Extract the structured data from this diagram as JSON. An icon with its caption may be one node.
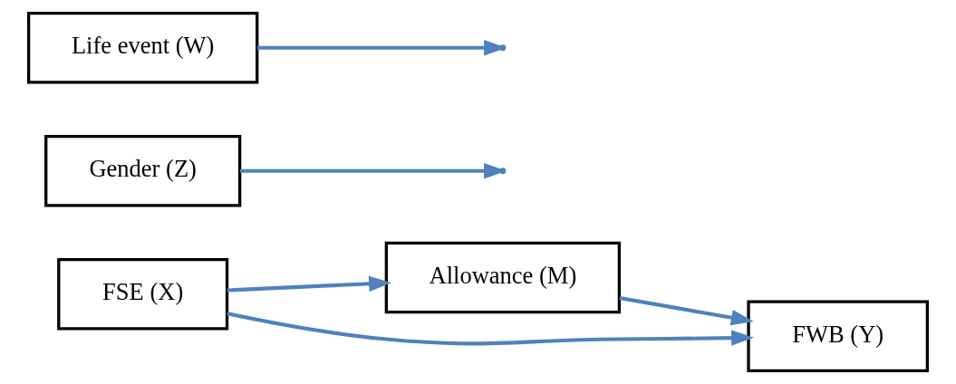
{
  "diagram": {
    "nodes": [
      {
        "text": [
          "Life event (W)"
        ]
      },
      {
        "text": [
          "Gender (Z)"
        ]
      },
      {
        "text": [
          "FSE (X)"
        ]
      },
      {
        "text": [
          "Allowance (M)"
        ]
      },
      {
        "text": [
          "FWB (Y)"
        ]
      }
    ],
    "edges": [
      {
        "from": 0,
        "to": null,
        "arrow": "to"
      },
      {
        "from": 1,
        "to": null,
        "arrow": "to"
      },
      {
        "from": 2,
        "to": 3,
        "arrow": "to"
      },
      {
        "from": 3,
        "to": 4,
        "arrow": "to"
      },
      {
        "from": 2,
        "to": 4,
        "arrow": "to"
      }
    ]
  }
}
